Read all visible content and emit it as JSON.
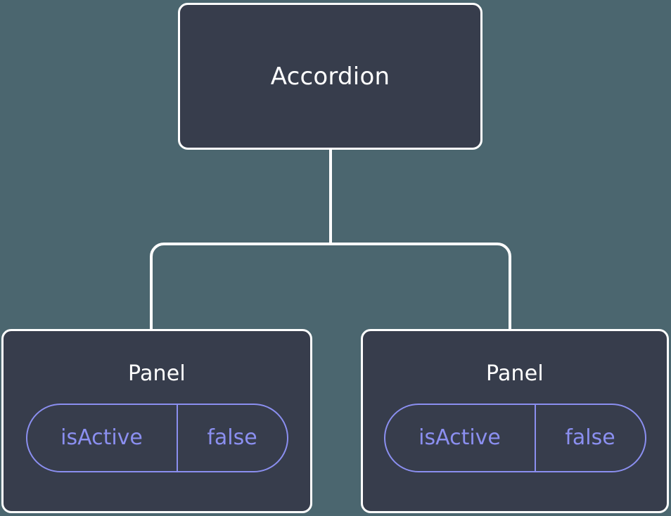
{
  "canvas": {
    "background_color": "#4b666f",
    "node_fill_color": "#373d4c",
    "node_border_color": "#ffffff",
    "connector_color": "#ffffff",
    "prop_accent_color": "#8b8ff0"
  },
  "tree": {
    "root": {
      "label": "Accordion"
    },
    "children": [
      {
        "label": "Panel",
        "props": [
          {
            "key": "isActive",
            "value": "false"
          }
        ]
      },
      {
        "label": "Panel",
        "props": [
          {
            "key": "isActive",
            "value": "false"
          }
        ]
      }
    ]
  }
}
